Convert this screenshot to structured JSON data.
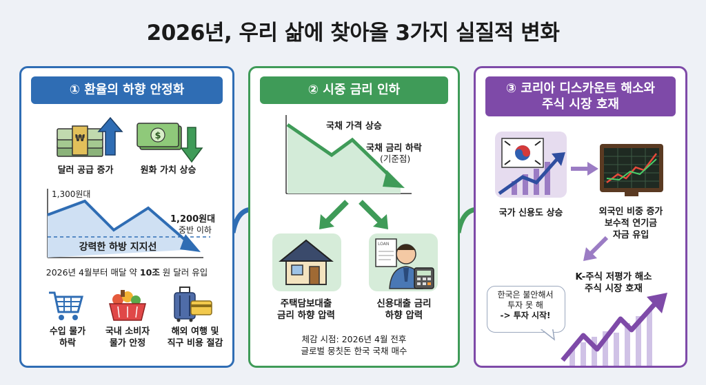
{
  "title": "2026년, 우리 삶에 찾아올 3가지 실질적 변화",
  "p1": {
    "banner": "① 환율의 하향 안정화",
    "icon1_label": "달러 공급 증가",
    "icon2_label": "원화 가치 상승",
    "chart_top": "1,300원대",
    "chart_target": "1,200원대",
    "chart_target_sub": "중반 이하",
    "chart_caption": "강력한 하방 지지선",
    "flow_pre": "2026년 4월부터 매달 약 ",
    "flow_bold": "10조",
    "flow_post": " 원 달러 유입",
    "item1": "수입 물가\n하락",
    "item2": "국내 소비자\n물가 안정",
    "item3": "해외 여행 및\n직구 비용 절감"
  },
  "p2": {
    "banner": "② 시중 금리 인하",
    "chart_l1": "국채 가격 상승",
    "chart_l2": "국채 금리 하락",
    "chart_l3": "(기준점)",
    "card1": "주택담보대출\n금리 하향 압력",
    "card2": "신용대출 금리\n하향 압력",
    "loan_tag": "LOAN",
    "footer1": "체감 시점: 2026년 4월 전후",
    "footer2": "글로벌 뭉칫돈 한국 국채 매수"
  },
  "p3": {
    "banner": "③ 코리아 디스카운트 해소와\n주식 시장 호재",
    "credit_label": "국가 신용도 상승",
    "foreign_label": "외국인 비중 증가\n보수적 연기금\n자금 유입",
    "kstock_label": "K-주식 저평가 해소\n주식 시장 호재",
    "bubble": "한국은 불안해서\n투자 못 해\n-> 투자 시작!"
  },
  "colors": {
    "blue": "#2f6db4",
    "green": "#3f9b58",
    "purple": "#7e4aa8"
  }
}
